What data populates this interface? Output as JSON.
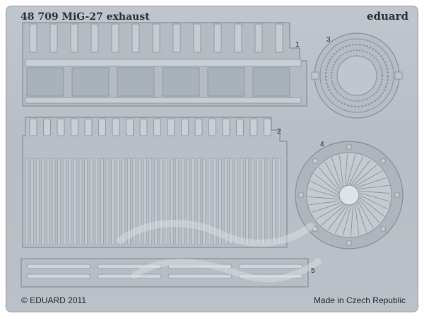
{
  "header": {
    "title": "48 709  MiG-27 exhaust",
    "brand": "eduard"
  },
  "footer": {
    "copyright": "© EDUARD 2011",
    "origin": "Made in Czech Republic"
  },
  "parts": {
    "part1": "1",
    "part2": "2",
    "part3": "3",
    "part4": "4",
    "part5": "5"
  },
  "colors": {
    "fret": "#bac1c8",
    "etch_line": "#8f979f",
    "etch_dark": "#7d858d",
    "panel": "#a8b0b8",
    "text": "#2c2f33"
  }
}
